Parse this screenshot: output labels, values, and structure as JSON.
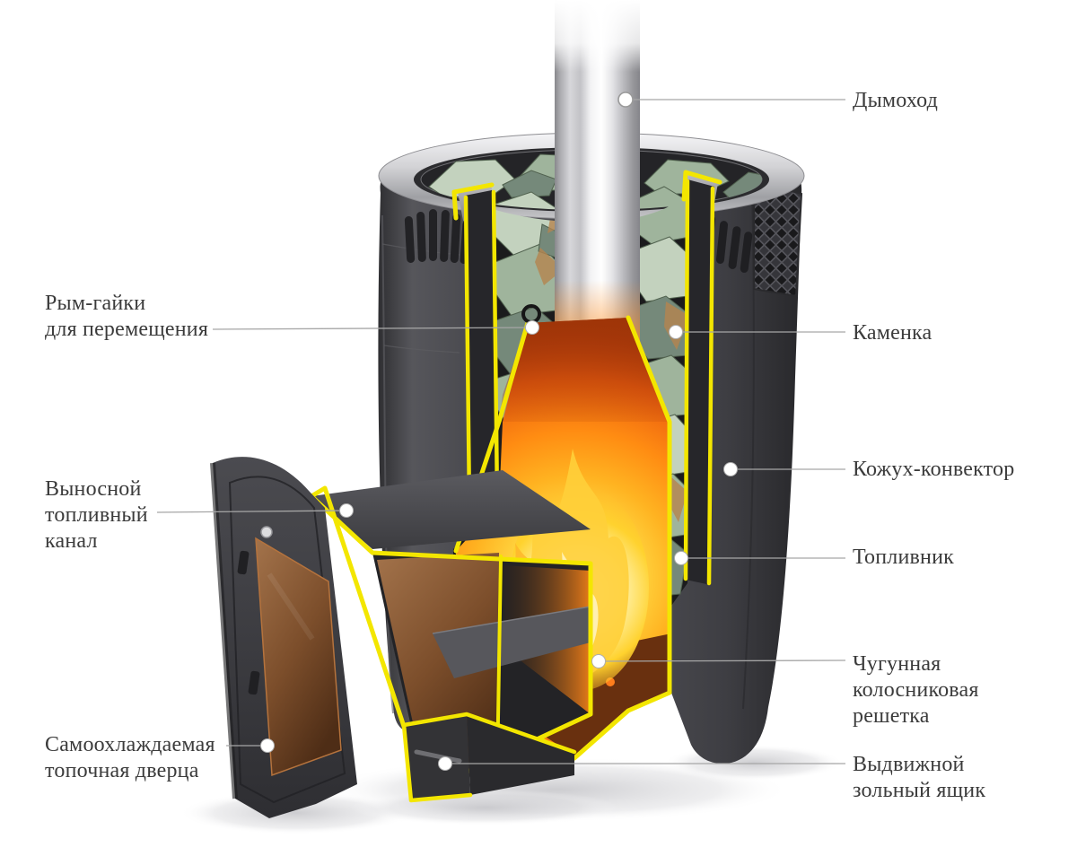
{
  "diagram": {
    "subject": "sauna-stove-cutaway",
    "callouts": [
      {
        "id": "chimney",
        "side": "right",
        "text": "Дымоход"
      },
      {
        "id": "lifting_nuts",
        "side": "left",
        "text": "Рым-гайки\nдля перемещения"
      },
      {
        "id": "stones",
        "side": "right",
        "text": "Каменка"
      },
      {
        "id": "convector",
        "side": "right",
        "text": "Кожух-конвектор"
      },
      {
        "id": "fuel_channel",
        "side": "left",
        "text": "Выносной\nтопливный\nканал"
      },
      {
        "id": "firebox",
        "side": "right",
        "text": "Топливник"
      },
      {
        "id": "grate",
        "side": "right",
        "text": "Чугунная\nколосниковая\nрешетка"
      },
      {
        "id": "door",
        "side": "left",
        "text": "Самоохлаждаемая\nтопочная дверца"
      },
      {
        "id": "ash_box",
        "side": "right",
        "text": "Выдвижной\nзольный ящик"
      }
    ],
    "colors": {
      "cut_highlight": "#f3e600",
      "label_text": "#3b3b3b",
      "leader_line": "#a6a6a6",
      "stove_body": "#46464a",
      "chrome": "#d2d2d5",
      "stones": "#9fb49c",
      "fire": "#ff9a1e",
      "door_glass": "#8a5a36",
      "background": "#ffffff"
    }
  }
}
